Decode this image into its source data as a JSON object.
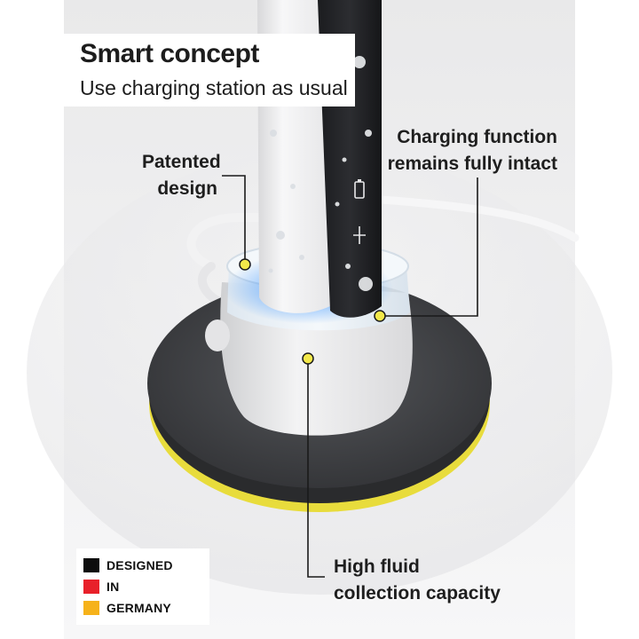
{
  "headline": {
    "title": "Smart concept",
    "subtitle": "Use charging station as usual"
  },
  "callouts": {
    "patented_line1": "Patented",
    "patented_line2": "design",
    "charging_line1": "Charging function",
    "charging_line2": "remains fully intact",
    "fluid_line1": "High fluid",
    "fluid_line2": "collection capacity"
  },
  "badge": {
    "line1": "DESIGNED",
    "line2": "IN",
    "line3": "GERMANY",
    "colors": [
      "#0d0d0d",
      "#e8202a",
      "#f6b21a"
    ]
  },
  "colors": {
    "accent_yellow": "#f3e84a",
    "mat_dark": "#3f4043",
    "glow_blue": "#3aa0ff"
  }
}
